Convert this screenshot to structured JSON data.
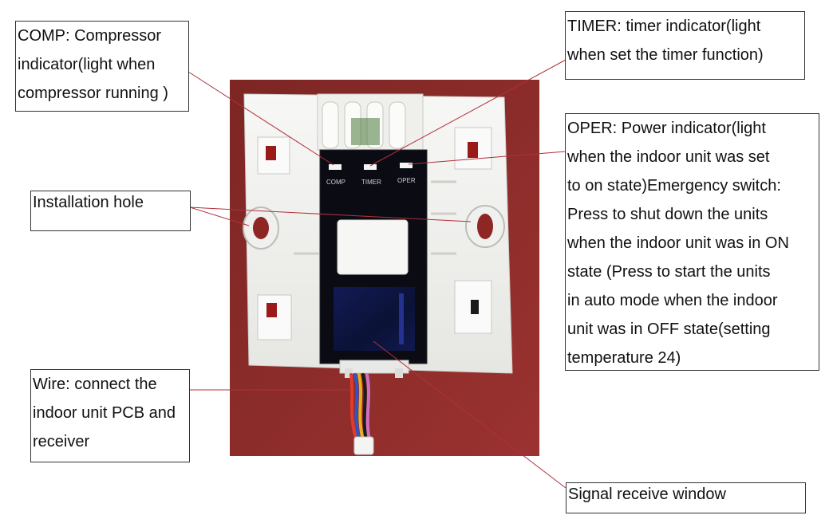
{
  "callouts": {
    "comp": "COMP: Compressor\nindicator(light when\ncompressor running )",
    "timer": "TIMER: timer indicator(light\nwhen set the timer function)",
    "oper": "OPER: Power indicator(light\nwhen the indoor unit was set\nto on state)Emergency switch:\nPress to shut down the units\nwhen the indoor unit was in ON\nstate (Press to start the units\nin auto mode when the indoor\nunit was in OFF state(setting\ntemperature 24)",
    "installation": "Installation hole",
    "wire": "Wire: connect the\nindoor unit PCB and\nreceiver",
    "signal": "Signal receive window"
  },
  "panel_labels": {
    "comp": "COMP",
    "timer": "TIMER",
    "oper": "OPER"
  },
  "colors": {
    "leader": "#b0303a",
    "backdrop": "#8a2a28",
    "plate": "#f2f2f0",
    "display": "#0b0b14",
    "receive_window": "#0e1440"
  }
}
